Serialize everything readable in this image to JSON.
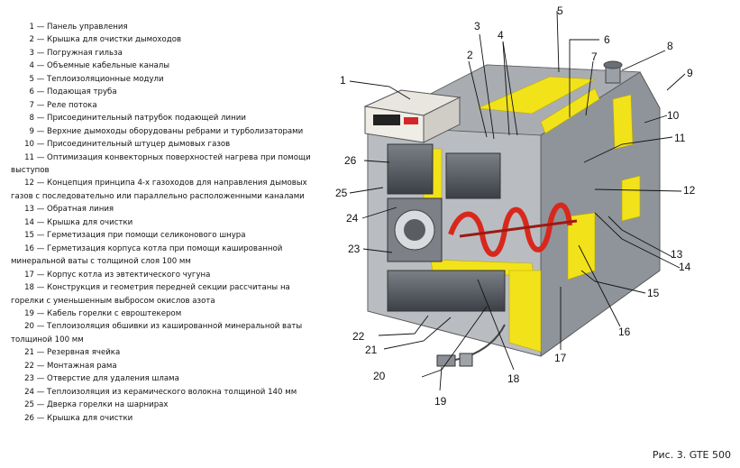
{
  "legend": [
    {
      "num": "1",
      "text": "— Панель управления"
    },
    {
      "num": "2",
      "text": "— Крышка для очистки дымоходов"
    },
    {
      "num": "3",
      "text": "— Погружная гильза"
    },
    {
      "num": "4",
      "text": "— Объемные кабельные каналы"
    },
    {
      "num": "5",
      "text": "— Теплоизоляционные модули"
    },
    {
      "num": "6",
      "text": "— Подающая труба"
    },
    {
      "num": "7",
      "text": "— Реле потока"
    },
    {
      "num": "8",
      "text": "— Присоединительный патрубок подающей линии"
    },
    {
      "num": "9",
      "text": "— Верхние дымоходы оборудованы ребрами и турболизаторами"
    },
    {
      "num": "10",
      "text": "— Присоединительный штуцер дымовых газов"
    },
    {
      "num": "11",
      "text": "— Оптимизация конвекторных поверхностей нагрева при помощи выступов"
    },
    {
      "num": "12",
      "text": "— Концепция принципа 4-х газоходов для направления дымовых газов с последовательно или параллельно расположенными каналами"
    },
    {
      "num": "13",
      "text": "— Обратная линия"
    },
    {
      "num": "14",
      "text": "— Крышка для очистки"
    },
    {
      "num": "15",
      "text": "— Герметизация при помощи селиконового шнура"
    },
    {
      "num": "16",
      "text": "— Герметизация корпуса котла при помощи кашированной минеральной ваты с толщиной слоя 100 мм"
    },
    {
      "num": "17",
      "text": "— Корпус котла из эвтектического чугуна"
    },
    {
      "num": "18",
      "text": "— Конструкция и геометрия передней секции рассчитаны на горелки с уменьшенным выбросом окислов азота"
    },
    {
      "num": "19",
      "text": "— Кабель горелки с евроштекером"
    },
    {
      "num": "20",
      "text": "— Теплоизоляция обшивки из кашированной минеральной ваты толщиной 100 мм"
    },
    {
      "num": "21",
      "text": "— Резервная ячейка"
    },
    {
      "num": "22",
      "text": "— Монтажная рама"
    },
    {
      "num": "23",
      "text": "— Отверстие для удаления шлама"
    },
    {
      "num": "24",
      "text": "— Теплоизоляция из керамического волокна толщиной 140 мм"
    },
    {
      "num": "25",
      "text": "— Дверка горелки на шарнирах"
    },
    {
      "num": "26",
      "text": "— Крышка для очистки"
    }
  ],
  "caption": "Рис. 3. GTE 500",
  "callouts": [
    "1",
    "2",
    "3",
    "4",
    "5",
    "6",
    "7",
    "8",
    "9",
    "10",
    "11",
    "12",
    "13",
    "14",
    "15",
    "16",
    "17",
    "18",
    "19",
    "20",
    "21",
    "22",
    "23",
    "24",
    "25",
    "26"
  ],
  "colors": {
    "insulation": "#f2e21a",
    "flame": "#d8281c",
    "casing": "#8a8f96",
    "accent": "#d3262a"
  }
}
